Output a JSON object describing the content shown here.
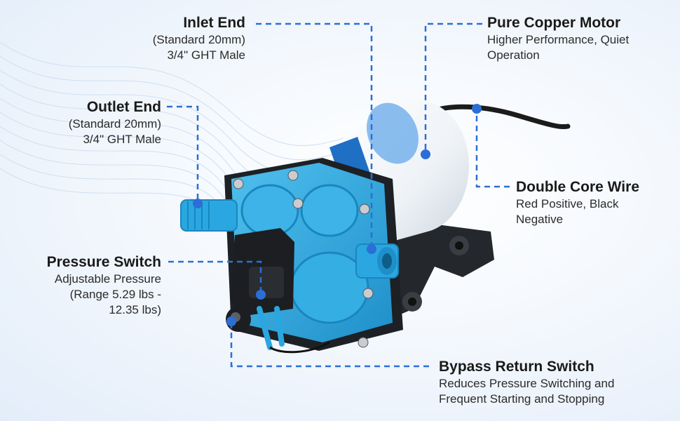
{
  "callouts": {
    "inlet": {
      "title": "Inlet End",
      "line1": "(Standard 20mm)",
      "line2": "3/4\" GHT Male"
    },
    "outlet": {
      "title": "Outlet End",
      "line1": "(Standard 20mm)",
      "line2": "3/4\" GHT Male"
    },
    "pressure": {
      "title": "Pressure Switch",
      "line1": "Adjustable Pressure",
      "line2": "(Range 5.29 lbs -",
      "line3": "12.35 lbs)"
    },
    "motor": {
      "title": "Pure Copper Motor",
      "line1": "Higher Performance, Quiet",
      "line2": "Operation"
    },
    "wire": {
      "title": "Double Core Wire",
      "line1": "Red Positive, Black",
      "line2": "Negative"
    },
    "bypass": {
      "title": "Bypass Return Switch",
      "line1": "Reduces Pressure Switching and",
      "line2": "Frequent Starting and Stopping"
    }
  },
  "colors": {
    "leader": "#2b6fd6",
    "pump_blue": "#2aa7e0",
    "motor_white": "#f7f9fb",
    "base_black": "#1f2226"
  },
  "icons": {
    "product": "water-pump-illustration",
    "dot": "leader-dot"
  }
}
